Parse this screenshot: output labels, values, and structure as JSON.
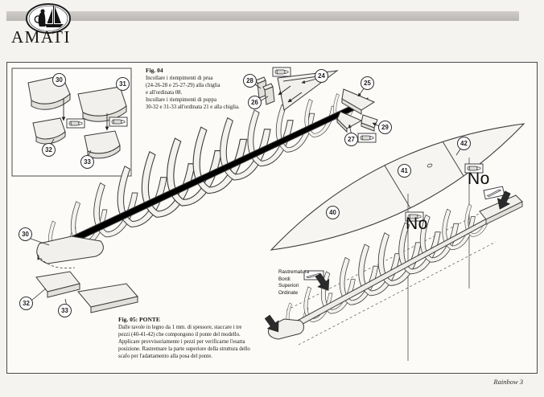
{
  "brand": "AMATI",
  "footer": "Rainbow 3",
  "fig04": {
    "title": "Fig. 04",
    "lines": [
      "Incollare i riempimenti di prua",
      "(24-26-28 e 25-27-29) alla chiglia",
      "e all'ordinata 08.",
      "Incollare i riempimenti di poppa",
      "30-32 e 31-33 all'ordinata 21 e alla chiglia."
    ]
  },
  "fig05": {
    "title": "Fig. 05: PONTE",
    "lines": [
      "Dalle tavole in legno da 1 mm. di spessore, staccare i tre",
      "pezzi (40-41-42) che compongono il ponte del modello.",
      "Applicare provvisoriamente i pezzi per verificarne l'esatta",
      "posizione. Rastremare la parte superiore della struttura dello",
      "scafo per l'adattamento alla posa del ponte."
    ]
  },
  "taper_note": {
    "lines": [
      "Rastrematura",
      "Bordi",
      "Superiori",
      "Ordinate"
    ]
  },
  "no_label": "No",
  "callouts": [
    {
      "label": "30"
    },
    {
      "label": "31"
    },
    {
      "label": "32"
    },
    {
      "label": "33"
    },
    {
      "label": "28"
    },
    {
      "label": "24"
    },
    {
      "label": "26"
    },
    {
      "label": "25"
    },
    {
      "label": "27"
    },
    {
      "label": "29"
    },
    {
      "label": "42"
    },
    {
      "label": "41"
    },
    {
      "label": "40"
    },
    {
      "label": "30"
    },
    {
      "label": "32"
    },
    {
      "label": "33"
    }
  ],
  "icons": {
    "glue_tube": "glue-tube-icon",
    "sanding_block": "sanding-block-icon",
    "black_arrow": "direction-arrow-icon",
    "logo": "amati-ship-logo"
  },
  "colors": {
    "paper": "#f5f3f0",
    "board": "#fcfbf8",
    "header_bar": "#c6c3c0",
    "ink": "#3a3a3a",
    "wood_fill": "#f3f2ee",
    "wood_side": "#e2e0da",
    "arrow_black": "#2b2b2b"
  }
}
